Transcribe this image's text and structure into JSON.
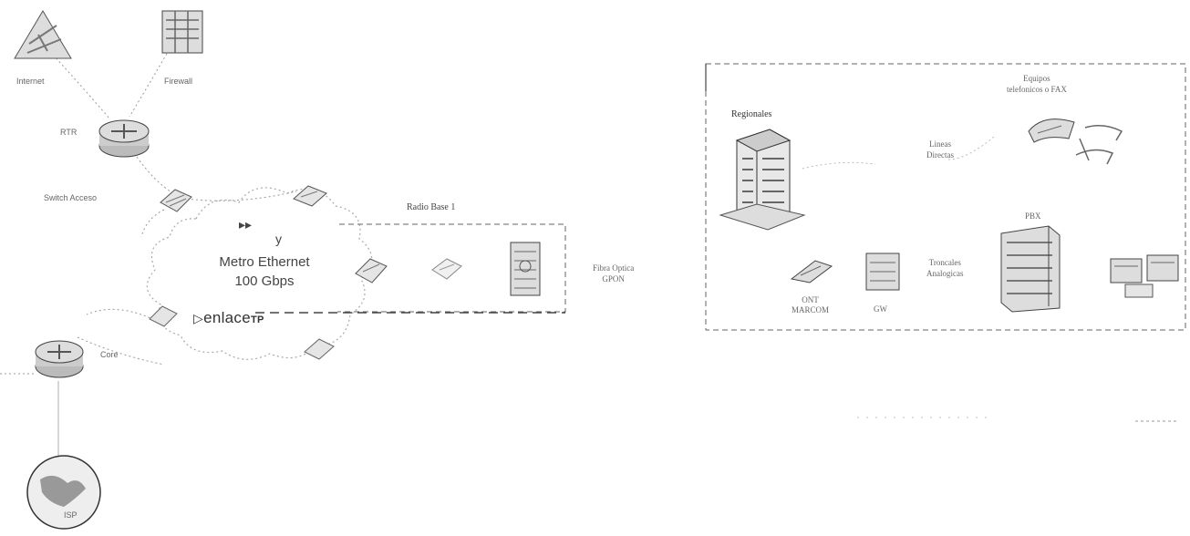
{
  "left_network": {
    "top_left_device_label": "Internet",
    "top_device_label": "Firewall",
    "top_router_label": "RTR",
    "side_switch_label": "Switch Acceso",
    "cloud_symbol": "y",
    "cloud_title": "Metro Ethernet",
    "cloud_speed": "100 Gbps",
    "brand": "enlace",
    "brand_suffix": "TP",
    "bottom_router_label": "Core",
    "globe_label": "ISP"
  },
  "radio_base": {
    "title": "Radio Base 1",
    "link_label_line1": "Fibra Optica",
    "link_label_line2": "GPON"
  },
  "remote_site": {
    "regional_label": "Regionales",
    "direct_lines_line1": "Lineas",
    "direct_lines_line2": "Directas",
    "phones_line1": "Equipos",
    "phones_line2": "telefonicos o FAX",
    "pbx_label": "PBX",
    "trunks_line1": "Troncales",
    "trunks_line2": "Analogicas",
    "ont_line1": "ONT",
    "ont_line2": "MARCOM",
    "gw_label": "GW"
  }
}
